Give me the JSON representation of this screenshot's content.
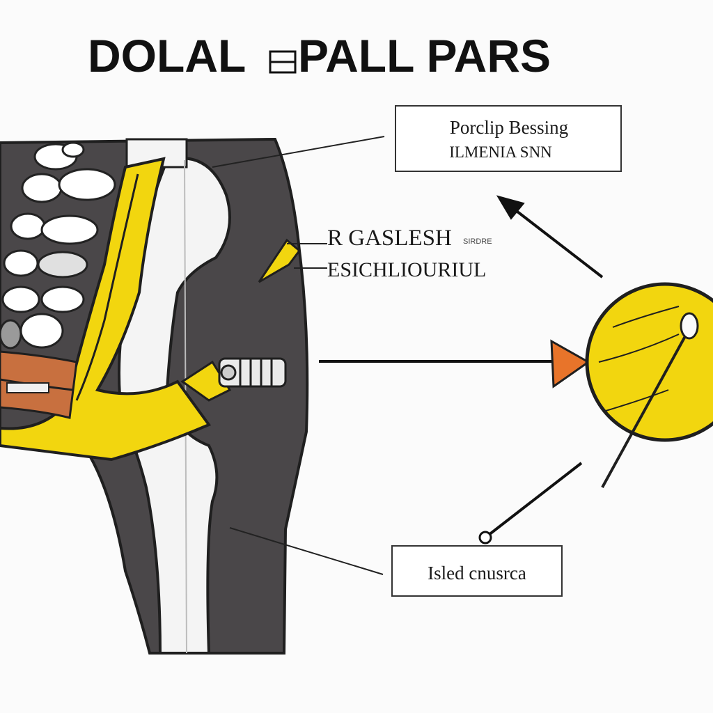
{
  "title": {
    "left": "DOLAL",
    "right": "PALL PARS"
  },
  "labels": {
    "top_box_line1": "Porclip Bessing",
    "top_box_line2": "ILMENIA SNN",
    "mid_line1": "R GASLESH",
    "mid_line1_small": "SIRDRE",
    "mid_line2": "ESICHLIOURIUL",
    "bottom_box": "Isled cnusrca"
  },
  "colors": {
    "yellow": "#f2d60f",
    "dark_tissue": "#4a4749",
    "bone": "#f4f4f4",
    "muscle": "#c8703f",
    "arrowhead": "#e8742a",
    "outline": "#1f1f1f"
  }
}
